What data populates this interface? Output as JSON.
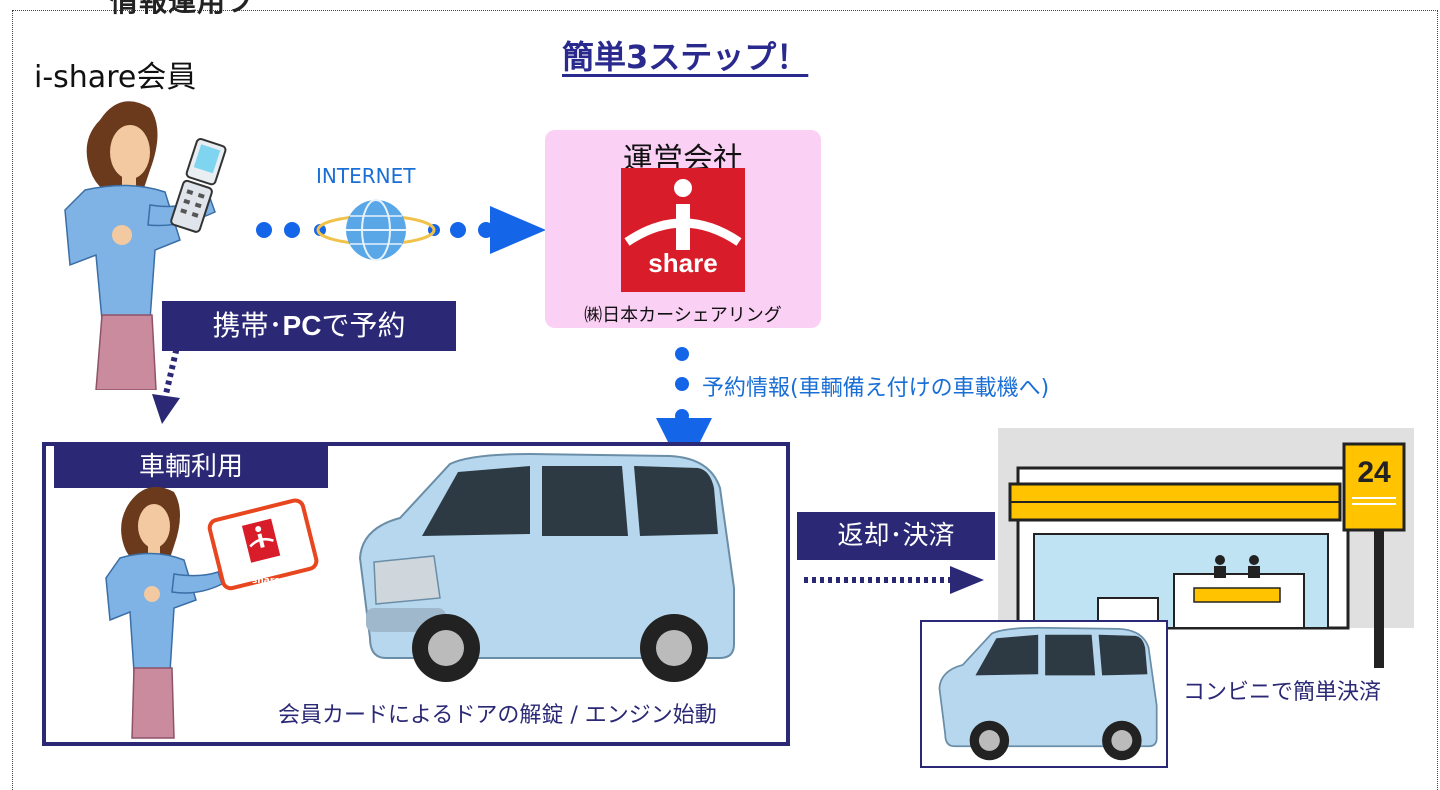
{
  "top_fragment": "情報運用フ",
  "member_label": "i-share会員",
  "title": "簡単3ステップ！",
  "internet_label": "INTERNET",
  "operator": {
    "title": "運営会社",
    "logo_text": "share",
    "company": "㈱日本カーシェアリング"
  },
  "reserve_label": {
    "pre": "携帯･",
    "bold": "PC",
    "post": "で予約"
  },
  "info_label": "予約情報(車輌備え付けの車載機へ)",
  "use_label": "車輌利用",
  "use_caption": "会員カードによるドアの解錠 / エンジン始動",
  "card_text": "share",
  "return_label": "返却･決済",
  "store_sign": "24",
  "convenience_caption": "コンビニで簡単決済",
  "colors": {
    "navy": "#2b2875",
    "arrow_blue": "#1565e8",
    "operator_pink": "#fbd0f5",
    "brand_red": "#d81c2a",
    "link_blue": "#1a6fd6"
  }
}
